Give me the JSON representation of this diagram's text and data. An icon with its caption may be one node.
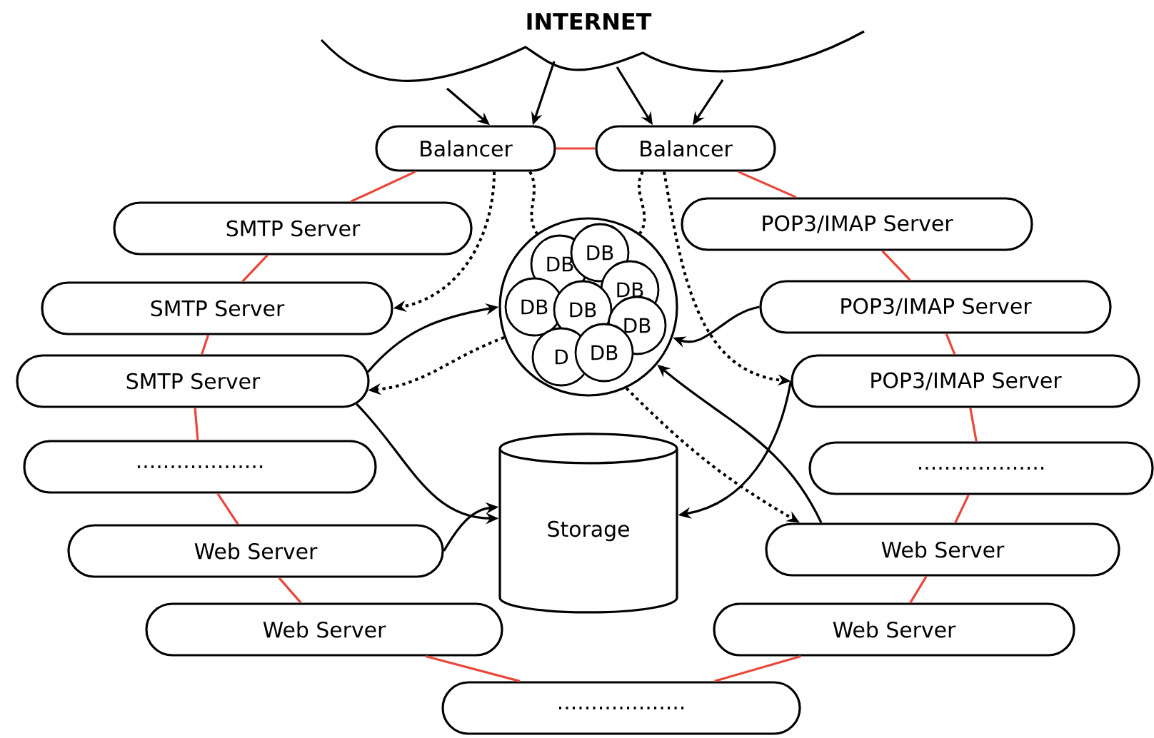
{
  "diagram": {
    "nodes": [
      {
        "text": [
          "INTERNET"
        ]
      },
      {
        "text": [
          "Balancer"
        ]
      },
      {
        "text": [
          "Balancer"
        ]
      },
      {
        "text": [
          "SMTP Server"
        ]
      },
      {
        "text": [
          "SMTP Server"
        ]
      },
      {
        "text": [
          "SMTP Server"
        ]
      },
      {
        "text": [
          "..................."
        ]
      },
      {
        "text": [
          "Web Server"
        ]
      },
      {
        "text": [
          "Web Server"
        ]
      },
      {
        "text": [
          "POP3/IMAP Server"
        ]
      },
      {
        "text": [
          "POP3/IMAP Server"
        ]
      },
      {
        "text": [
          "POP3/IMAP Server"
        ]
      },
      {
        "text": [
          "..................."
        ]
      },
      {
        "text": [
          "Web Server"
        ]
      },
      {
        "text": [
          "Web Server"
        ]
      },
      {
        "text": [
          "..................."
        ]
      },
      {
        "text": [],
        "shape": "circle"
      },
      {
        "text": [
          "DB"
        ],
        "in": 16
      },
      {
        "text": [
          "DB"
        ],
        "in": 16
      },
      {
        "text": [
          "DB"
        ],
        "in": 16
      },
      {
        "text": [
          "DB"
        ],
        "in": 16
      },
      {
        "text": [
          "DB"
        ],
        "in": 16
      },
      {
        "text": [
          "DB"
        ],
        "in": 16
      },
      {
        "text": [
          "D"
        ],
        "in": 16
      },
      {
        "text": [
          "DB"
        ],
        "in": 16
      },
      {
        "text": [
          "Storage"
        ]
      }
    ],
    "edges": [
      {
        "from": 0,
        "to": 1,
        "arrow": "to"
      },
      {
        "from": 0,
        "to": 1,
        "arrow": "to"
      },
      {
        "from": 0,
        "to": 2,
        "arrow": "to"
      },
      {
        "from": 0,
        "to": 2,
        "arrow": "to"
      },
      {
        "from": 1,
        "to": 2,
        "arrow": "none",
        "color": "#e8473a"
      },
      {
        "from": 1,
        "to": 3,
        "arrow": "none",
        "color": "#e8473a"
      },
      {
        "from": 3,
        "to": 4,
        "arrow": "none",
        "color": "#e8473a"
      },
      {
        "from": 4,
        "to": 5,
        "arrow": "none",
        "color": "#e8473a"
      },
      {
        "from": 5,
        "to": 6,
        "arrow": "none",
        "color": "#e8473a"
      },
      {
        "from": 6,
        "to": 7,
        "arrow": "none",
        "color": "#e8473a"
      },
      {
        "from": 7,
        "to": 8,
        "arrow": "none",
        "color": "#e8473a"
      },
      {
        "from": 8,
        "to": 15,
        "arrow": "none",
        "color": "#e8473a"
      },
      {
        "from": 15,
        "to": 14,
        "arrow": "none",
        "color": "#e8473a"
      },
      {
        "from": 14,
        "to": 13,
        "arrow": "none",
        "color": "#e8473a"
      },
      {
        "from": 13,
        "to": 12,
        "arrow": "none",
        "color": "#e8473a"
      },
      {
        "from": 12,
        "to": 11,
        "arrow": "none",
        "color": "#e8473a"
      },
      {
        "from": 11,
        "to": 10,
        "arrow": "none",
        "color": "#e8473a"
      },
      {
        "from": 10,
        "to": 9,
        "arrow": "none",
        "color": "#e8473a"
      },
      {
        "from": 9,
        "to": 2,
        "arrow": "none",
        "color": "#e8473a"
      },
      {
        "from": 1,
        "to": 4,
        "arrow": "to",
        "style": "dashed"
      },
      {
        "from": 1,
        "to": 16,
        "arrow": "none",
        "style": "dashed"
      },
      {
        "from": 2,
        "to": 16,
        "arrow": "none",
        "style": "dashed"
      },
      {
        "from": 2,
        "to": 11,
        "arrow": "to",
        "style": "dashed"
      },
      {
        "from": 5,
        "to": 16,
        "arrow": "to"
      },
      {
        "from": 16,
        "to": 5,
        "arrow": "to",
        "style": "dashed"
      },
      {
        "from": 5,
        "to": 25,
        "arrow": "to"
      },
      {
        "from": 7,
        "to": 25,
        "arrow": "to"
      },
      {
        "from": 10,
        "to": 16,
        "arrow": "to"
      },
      {
        "from": 11,
        "to": 25,
        "arrow": "to"
      },
      {
        "from": 13,
        "to": 16,
        "arrow": "to"
      },
      {
        "from": 16,
        "to": 13,
        "arrow": "to",
        "style": "dashed"
      }
    ]
  }
}
